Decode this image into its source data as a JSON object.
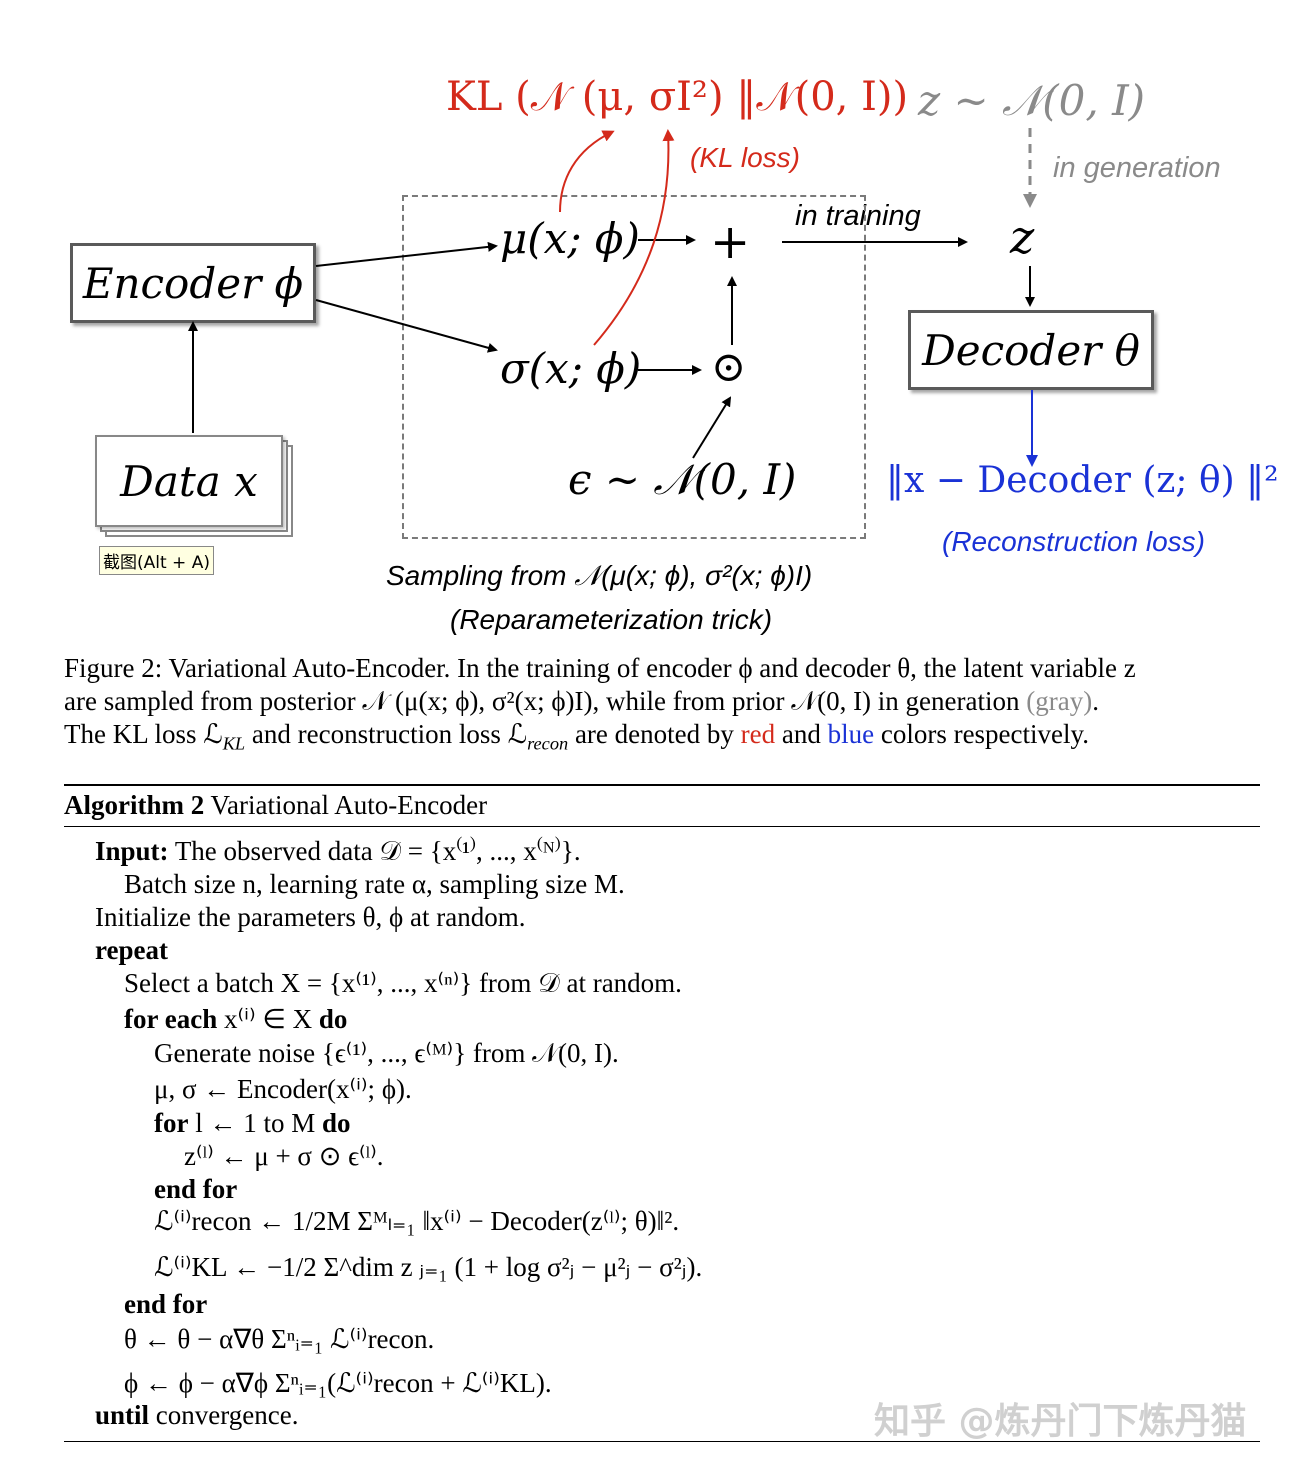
{
  "figure": {
    "kl_formula": "KL (𝒩 (μ, σI²) ‖𝒩(0, I))",
    "kl_label": "(KL loss)",
    "prior": "z ∼ 𝒩(0, I)",
    "in_generation": "in generation",
    "in_training": "in training",
    "encoder": "Encoder ϕ",
    "decoder": "Decoder θ",
    "data": "Data x",
    "mu": "μ(x; ϕ)",
    "sigma": "σ(x; ϕ)",
    "plus": "+",
    "odot": "⊙",
    "epsilon": "ϵ ∼ 𝒩(0, I)",
    "z": "z",
    "recon_formula": "‖x − Decoder (z; θ) ‖²",
    "recon_label": "(Reconstruction loss)",
    "sampling": "Sampling from 𝒩(μ(x; ϕ), σ²(x; ϕ)I)",
    "reparam": "(Reparameterization trick)",
    "screenshot_tip": "截图(Alt + A)",
    "colors": {
      "kl": "#d42a1b",
      "recon": "#1a32d6",
      "gray": "#8a8a8a"
    }
  },
  "caption": {
    "line1": "Figure 2: Variational Auto-Encoder. In the training of encoder ϕ and decoder θ, the latent variable z",
    "line2_a": "are sampled from posterior 𝒩 (μ(x; ϕ), σ²(x; ϕ)I), while from prior 𝒩(0, I) in generation ",
    "line2_gray": "(gray)",
    "line2_end": ".",
    "line3_a": "The KL loss ℒ",
    "line3_kl_sub": "KL",
    "line3_b": " and reconstruction loss ℒ",
    "line3_recon_sub": "recon",
    "line3_c": " are denoted by ",
    "line3_red": "red",
    "line3_d": " and ",
    "line3_blue": "blue",
    "line3_e": " colors respectively."
  },
  "algorithm": {
    "title_bold": "Algorithm 2",
    "title": " Variational Auto-Encoder",
    "lines": [
      "The observed data 𝒟 = {x⁽¹⁾, ..., x⁽ᴺ⁾}.",
      "Batch size n, learning rate α, sampling size M.",
      "Initialize the parameters θ, ϕ at random.",
      "repeat",
      "Select a batch X = {x⁽¹⁾, ..., x⁽ⁿ⁾} from 𝒟 at random.",
      "x⁽ⁱ⁾ ∈ X",
      "Generate noise {ϵ⁽¹⁾, ..., ϵ⁽ᴹ⁾} from 𝒩(0, I).",
      "μ, σ ← Encoder(x⁽ⁱ⁾; ϕ).",
      "l ← 1 to M",
      "z⁽ˡ⁾ ← μ + σ ⊙ ϵ⁽ˡ⁾.",
      "end for",
      "ℒ⁽ⁱ⁾recon ← 1/2M Σᴹₗ₌₁ ‖x⁽ⁱ⁾ − Decoder(z⁽ˡ⁾; θ)‖².",
      "ℒ⁽ⁱ⁾KL ← −1/2 Σ^dim z ⱼ₌₁ (1 + log σ²ⱼ − μ²ⱼ − σ²ⱼ).",
      "end for",
      "θ ← θ − α∇θ Σⁿᵢ₌₁ ℒ⁽ⁱ⁾recon.",
      "ϕ ← ϕ − α∇ϕ Σⁿᵢ₌₁(ℒ⁽ⁱ⁾recon + ℒ⁽ⁱ⁾KL).",
      "convergence."
    ],
    "kw_input": "Input:",
    "kw_for_each": "for each",
    "kw_do": "do",
    "kw_for": "for",
    "kw_until": "until",
    "watermark": "知乎 @炼丹门下炼丹猫"
  }
}
